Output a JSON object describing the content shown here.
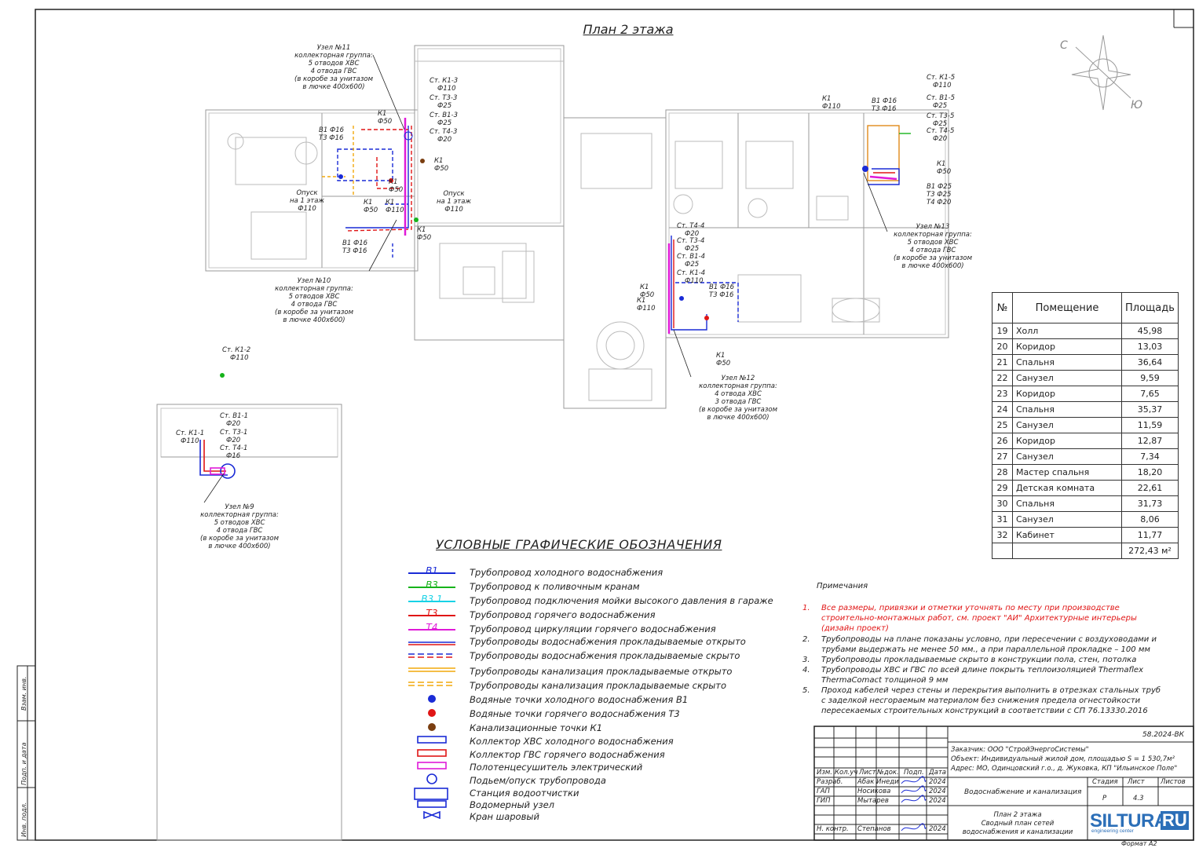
{
  "plan_title": "План 2 этажа",
  "legend": {
    "title": "УСЛОВНЫЕ ГРАФИЧЕСКИЕ ОБОЗНАЧЕНИЯ",
    "items": [
      {
        "code": "В1",
        "text": "Трубопровод холодного водоснабжения",
        "color": "#1a2bd6"
      },
      {
        "code": "В3",
        "text": "Трубопровод к поливочным кранам",
        "color": "#16b31a"
      },
      {
        "code": "В3.1",
        "text": "Трубопровод подключения мойки высокого давления в гараже",
        "color": "#18d2e6"
      },
      {
        "code": "Т3",
        "text": "Трубопровод горячего водоснабжения",
        "color": "#e01515"
      },
      {
        "code": "Т4",
        "text": "Трубопровод циркуляции горячего водоснабжения",
        "color": "#e01ad8"
      },
      {
        "code": "",
        "text": "Трубопроводы водоснабжения прокладываемые открыто",
        "color": ""
      },
      {
        "code": "",
        "text": "Трубопроводы водоснабжения прокладываемые скрыто",
        "color": ""
      },
      {
        "code": "",
        "text": "Трубопроводы канализация прокладываемые открыто",
        "color": ""
      },
      {
        "code": "",
        "text": "Трубопроводы канализация прокладываемые скрыто",
        "color": ""
      },
      {
        "code": "",
        "text": "Водяные точки холодного водоснабжения В1",
        "color": ""
      },
      {
        "code": "",
        "text": "Водяные точки горячего водоснабжения Т3",
        "color": ""
      },
      {
        "code": "",
        "text": "Канализационные точки К1",
        "color": ""
      },
      {
        "code": "",
        "text": "Коллектор ХВС холодного водоснабжения",
        "color": ""
      },
      {
        "code": "",
        "text": "Коллектор ГВС горячего водоснабжения",
        "color": ""
      },
      {
        "code": "",
        "text": "Полотенцесушитель электрический",
        "color": ""
      },
      {
        "code": "",
        "text": "Подьем/опуск трубопровода",
        "color": ""
      },
      {
        "code": "",
        "text": "Станция водоотчистки",
        "color": ""
      },
      {
        "code": "",
        "text": "Водомерный узел",
        "color": ""
      },
      {
        "code": "",
        "text": "Кран шаровый",
        "color": ""
      }
    ]
  },
  "rooms": {
    "headers": [
      "№",
      "Помещение",
      "Площадь"
    ],
    "rows": [
      [
        "19",
        "Холл",
        "45,98"
      ],
      [
        "20",
        "Коридор",
        "13,03"
      ],
      [
        "21",
        "Спальня",
        "36,64"
      ],
      [
        "22",
        "Санузел",
        "9,59"
      ],
      [
        "23",
        "Коридор",
        "7,65"
      ],
      [
        "24",
        "Спальня",
        "35,37"
      ],
      [
        "25",
        "Санузел",
        "11,59"
      ],
      [
        "26",
        "Коридор",
        "12,87"
      ],
      [
        "27",
        "Санузел",
        "7,34"
      ],
      [
        "28",
        "Мастер спальня",
        "18,20"
      ],
      [
        "29",
        "Детская комната",
        "22,61"
      ],
      [
        "30",
        "Спальня",
        "31,73"
      ],
      [
        "31",
        "Санузел",
        "8,06"
      ],
      [
        "32",
        "Кабинет",
        "11,77"
      ]
    ],
    "total": "272,43 м²"
  },
  "notes": {
    "title": "Примечания",
    "items": [
      {
        "num": "1.",
        "text": "Все размеры, привязки и отметки уточнять по месту при производстве строительно-монтажных работ, см. проект \"АИ\" Архитектурные интерьеры (дизайн проект)"
      },
      {
        "num": "2.",
        "text": "Трубопроводы на плане показаны условно, при пересечении с воздуховодами и трубами выдержать не менее 50 мм., а при параллельной прокладке – 100 мм"
      },
      {
        "num": "3.",
        "text": "Трубопроводы прокладываемые скрыто в конструкции пола, стен, потолка"
      },
      {
        "num": "4.",
        "text": "Трубопроводы ХВС и ГВС по всей длине покрыть теплоизоляцией Thermaflex ThermaComact толщиной 9 мм"
      },
      {
        "num": "5.",
        "text": "Проход кабелей через стены и перекрытия выполнить в отрезках стальных труб с заделкой несгораемым материалом без снижения предела огнестойкости пересекаемых строительных конструкций в соответствии с СП 76.13330.2016"
      }
    ]
  },
  "nodes": {
    "n9": [
      "Узел №9",
      "коллекторная группа:",
      "5 отводов ХВС",
      "4 отвода ГВС",
      "(в коробе за унитазом",
      "в лючке 400х600)"
    ],
    "n10": [
      "Узел №10",
      "коллекторная группа:",
      "5 отводов ХВС",
      "4 отвода ГВС",
      "(в коробе за унитазом",
      "в лючке 400х600)"
    ],
    "n11": [
      "Узел №11",
      "коллекторная группа:",
      "5 отводов ХВС",
      "4 отвода ГВС",
      "(в коробе за унитазом",
      "в лючке 400х600)"
    ],
    "n12": [
      "Узел №12",
      "коллекторная группа:",
      "4 отвода ХВС",
      "3 отвода ГВС",
      "(в коробе за унитазом",
      "в лючке 400х600)"
    ],
    "n13": [
      "Узел №13",
      "коллекторная группа:",
      "5 отводов ХВС",
      "4 отвода ГВС",
      "(в коробе за унитазом",
      "в лючке 400х600)"
    ]
  },
  "risers": {
    "st_k1_3": [
      "Ст. К1-3",
      "Ф110"
    ],
    "st_t3_3": [
      "Ст. Т3-3",
      "Ф25"
    ],
    "st_b1_3": [
      "Ст. В1-3",
      "Ф25"
    ],
    "st_t4_3": [
      "Ст. Т4-3",
      "Ф20"
    ],
    "st_k1_5": [
      "Ст. К1-5",
      "Ф110"
    ],
    "st_b1_5": [
      "Ст. В1-5",
      "Ф25"
    ],
    "st_t3_5": [
      "Ст. Т3-5",
      "Ф25"
    ],
    "st_t4_5": [
      "Ст. Т4-5",
      "Ф20"
    ],
    "st_k1_2": [
      "Ст. К1-2",
      "Ф110"
    ],
    "st_b1_1": [
      "Ст. В1-1",
      "Ф20"
    ],
    "st_k1_1": [
      "Ст. К1-1",
      "Ф110"
    ],
    "st_t3_1": [
      "Ст. Т3-1",
      "Ф20"
    ],
    "st_t4_1": [
      "Ст. Т4-1",
      "Ф16"
    ],
    "st_t4_4": [
      "Ст. Т4-4",
      "Ф20"
    ],
    "st_t3_4": [
      "Ст. Т3-4",
      "Ф25"
    ],
    "st_b1_4": [
      "Ст. В1-4",
      "Ф25"
    ],
    "st_k1_4": [
      "Ст. К1-4",
      "Ф110"
    ]
  },
  "labels": {
    "k1_f50_a": [
      "К1",
      "Ф50"
    ],
    "b1t3_f16_a": [
      "В1 Ф16",
      "Т3 Ф16"
    ],
    "k1_f50_b": [
      "К1",
      "Ф50"
    ],
    "k1_f50_c": [
      "К1",
      "Ф50"
    ],
    "opusk_a": [
      "Опуск",
      "на 1 этаж",
      "Ф110"
    ],
    "opusk_b": [
      "Опуск",
      "на 1 этаж",
      "Ф110"
    ],
    "k1_f50_d": [
      "К1",
      "Ф50"
    ],
    "k1_f110": [
      "К1",
      "Ф110"
    ],
    "k1_f50_e": [
      "К1",
      "Ф50"
    ],
    "b1t3_f16_b": [
      "В1 Ф16",
      "Т3 Ф16"
    ],
    "k1_f110_r": [
      "К1",
      "Ф110"
    ],
    "b1t3_f16_r": [
      "В1 Ф16",
      "Т3 Ф16"
    ],
    "k1_f50_r": [
      "К1",
      "Ф50"
    ],
    "b1t3t4_r": [
      "В1 Ф25",
      "Т3 Ф25",
      "Т4 Ф20"
    ],
    "k1_f50_m": [
      "К1",
      "Ф50"
    ],
    "k1_f110_m": [
      "К1",
      "Ф110"
    ],
    "b1t3_f16_m": [
      "В1 Ф16",
      "Т3 Ф16"
    ],
    "k1_f50_m2": [
      "К1",
      "Ф50"
    ]
  },
  "title_block": {
    "doc_code": "58.2024-ВК",
    "customer": "Заказчик: ООО \"СтройЭнергоСистемы\"",
    "object": "Объект: Индивидуальный жилой дом, площадью S = 1 530,7м²",
    "address": "Адрес: МО, Одинцовский г.о., д. Жуковка, КП \"Ильинское Поле\"",
    "cols": [
      "Изм.",
      "Кол.уч",
      "Лист",
      "№док.",
      "Подп.",
      "Дата"
    ],
    "staff": [
      {
        "role": "Разраб.",
        "name": "Абак Инеди",
        "date": "2024"
      },
      {
        "role": "ГАП",
        "name": "Носикова",
        "date": "2024"
      },
      {
        "role": "ГИП",
        "name": "Мытарев",
        "date": "2024"
      },
      {
        "role": "Н. контр.",
        "name": "Степанов",
        "date": "2024"
      }
    ],
    "section": "Водоснабжение и канализация",
    "stage_headers": [
      "Стадия",
      "Лист",
      "Листов"
    ],
    "stage": "Р",
    "sheet": "4.3",
    "sheet_title": [
      "План 2 этажа",
      "Сводный план сетей",
      "водоснабжения и канализации"
    ],
    "logo_main": "SILTURA",
    "logo_ru": "RU",
    "logo_sub": "engineering center",
    "format": "Формат А2"
  },
  "side_stamp": [
    "Взам. инв.",
    "Подп. и дата",
    "Инв. подл."
  ],
  "compass": {
    "n": "С",
    "s": "Ю"
  }
}
